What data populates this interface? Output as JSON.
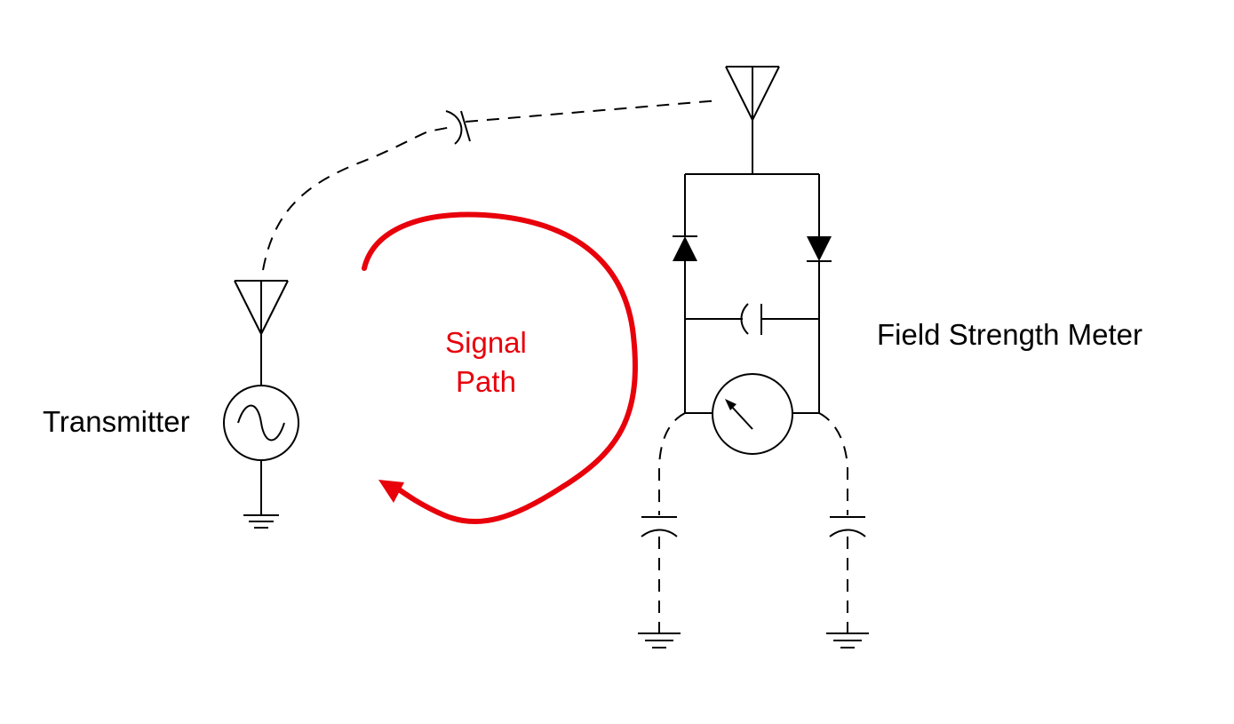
{
  "labels": {
    "transmitter": "Transmitter",
    "signal_line1": "Signal",
    "signal_line2": "Path",
    "meter": "Field Strength Meter"
  },
  "colors": {
    "ink": "#000000",
    "signal": "#e8000b",
    "background": "#ffffff"
  }
}
